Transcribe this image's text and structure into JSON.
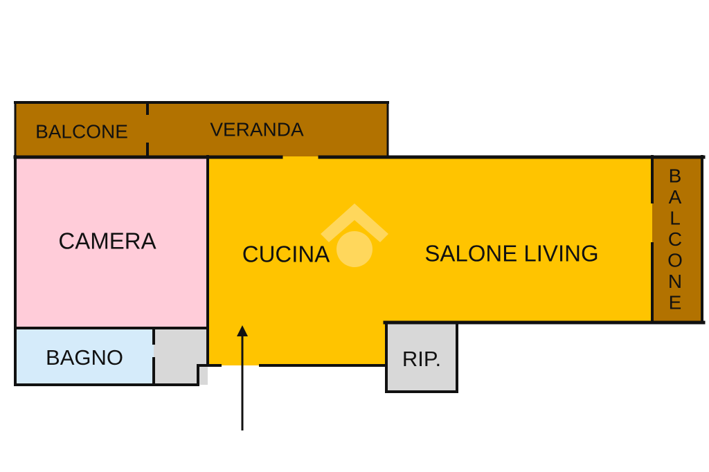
{
  "rooms": {
    "balcone_top": {
      "label": "BALCONE",
      "color": "#B27200"
    },
    "veranda": {
      "label": "VERANDA",
      "color": "#B27200"
    },
    "camera": {
      "label": "CAMERA",
      "color": "#FFCCD9"
    },
    "cucina": {
      "label": "CUCINA",
      "color": "#FFC400"
    },
    "salone": {
      "label": "SALONE LIVING",
      "color": "#FFC400"
    },
    "balcone_right": {
      "label": "BALCONE",
      "letters": [
        "B",
        "A",
        "L",
        "C",
        "O",
        "N",
        "E"
      ],
      "color": "#B27200"
    },
    "bagno": {
      "label": "BAGNO",
      "color": "#D5EBFA"
    },
    "disimpegno": {
      "color": "#D8D8D8"
    },
    "rip": {
      "label": "RIP.",
      "color": "#D8D8D8"
    }
  },
  "wall_color": "#111111",
  "watermark": {
    "icon": "house-logo-icon",
    "color": "#FFE7A8"
  },
  "entrance": {
    "icon": "entrance-arrow-icon"
  }
}
